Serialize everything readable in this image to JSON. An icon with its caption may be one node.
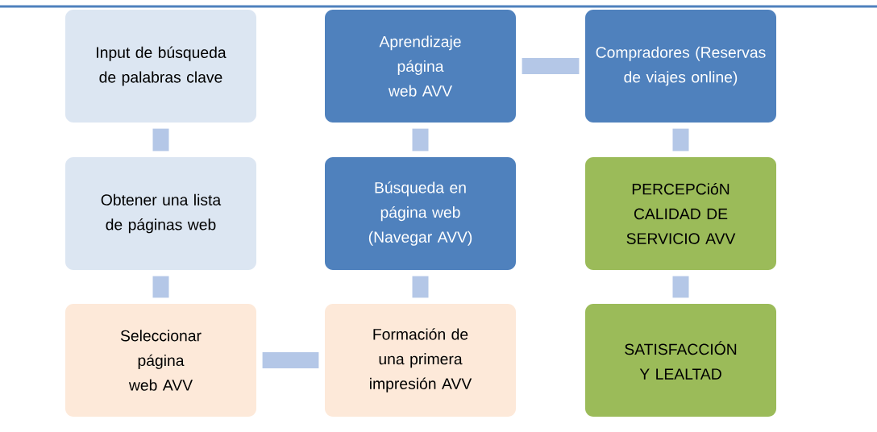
{
  "diagram": {
    "nodes": [
      {
        "text": [
          "Input de búsqueda de palabras clave"
        ]
      },
      {
        "text": [
          "Aprendizaje página web AVV"
        ]
      },
      {
        "text": [
          "Compradores (Reservas de viajes online)"
        ]
      },
      {
        "text": [
          "Obtener una lista de páginas web"
        ]
      },
      {
        "text": [
          "Búsqueda en página web (Navegar AVV)"
        ]
      },
      {
        "text": [
          "PERCEPCióN CALIDAD DE SERVICIO AVV"
        ]
      },
      {
        "text": [
          "Seleccionar página web AVV"
        ]
      },
      {
        "text": [
          "Formación de una primera impresión AVV"
        ]
      },
      {
        "text": [
          "SATISFACCIÓN Y LEALTAD"
        ]
      }
    ],
    "edges": [
      {
        "from": 0,
        "to": 3,
        "arrow": "none"
      },
      {
        "from": 3,
        "to": 6,
        "arrow": "none"
      },
      {
        "from": 6,
        "to": 7,
        "arrow": "none"
      },
      {
        "from": 7,
        "to": 4,
        "arrow": "none"
      },
      {
        "from": 4,
        "to": 1,
        "arrow": "none"
      },
      {
        "from": 1,
        "to": 2,
        "arrow": "none"
      },
      {
        "from": 2,
        "to": 5,
        "arrow": "none"
      },
      {
        "from": 5,
        "to": 8,
        "arrow": "none"
      }
    ]
  }
}
